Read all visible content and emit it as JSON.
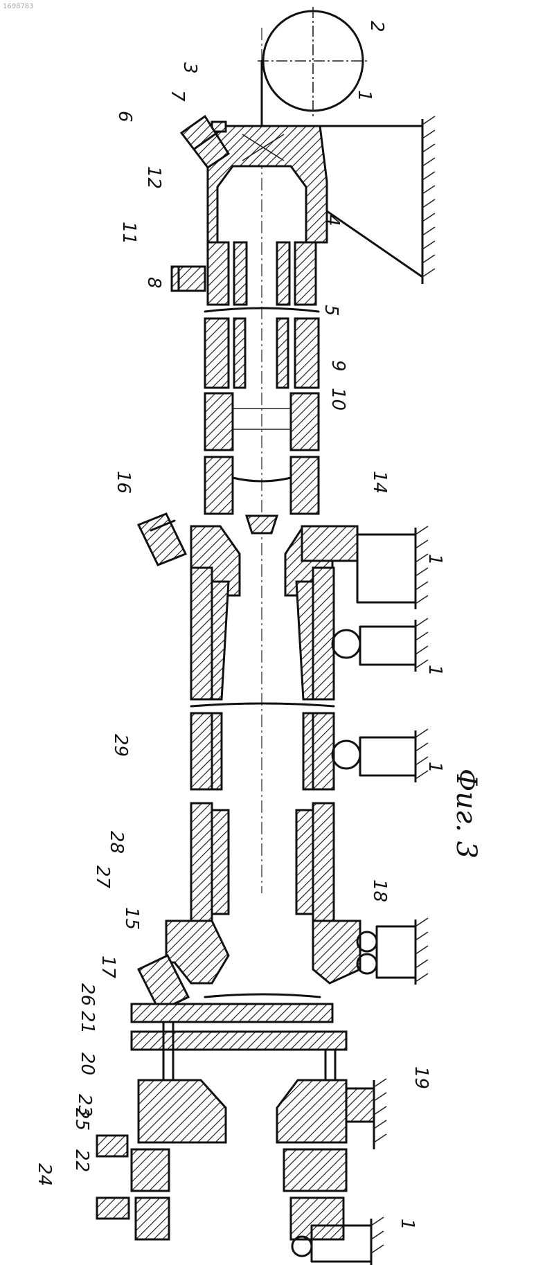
{
  "figure": {
    "caption": "Фиг. 3",
    "corner_text": "1698783"
  },
  "labels": {
    "l1a": "1",
    "l1b": "1",
    "l1c": "1",
    "l1d": "1",
    "l1e": "1",
    "l2": "2",
    "l3": "3",
    "l4": "4",
    "l5": "5",
    "l6": "6",
    "l7": "7",
    "l8": "8",
    "l9": "9",
    "l10": "10",
    "l11": "11",
    "l12": "12",
    "l14": "14",
    "l15": "15",
    "l16": "16",
    "l17": "17",
    "l18": "18",
    "l19": "19",
    "l20": "20",
    "l21": "21",
    "l22": "22",
    "l23": "23",
    "l24": "24",
    "l25": "25",
    "l26": "26",
    "l27": "27",
    "l28": "28",
    "l29": "29"
  }
}
